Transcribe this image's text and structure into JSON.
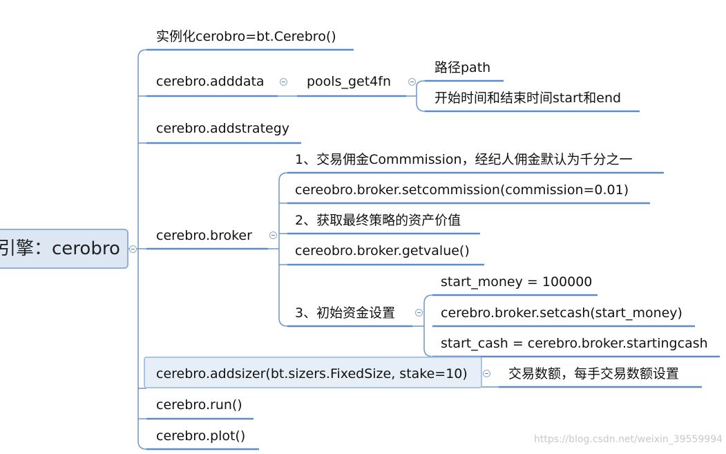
{
  "root": {
    "label": "引擎：cerobro"
  },
  "branches": [
    {
      "label": "实例化cerobro=bt.Cerebro()"
    },
    {
      "label": "cerebro.adddata"
    },
    {
      "label": "cerebro.addstrategy"
    },
    {
      "label": "cerebro.broker"
    },
    {
      "label": "cerebro.addsizer(bt.sizers.FixedSize, stake=10)"
    },
    {
      "label": "cerebro.run()"
    },
    {
      "label": "cerebro.plot()"
    }
  ],
  "adddata": {
    "child": "pools_get4fn",
    "leaves": [
      "路径path",
      "开始时间和结束时间start和end"
    ]
  },
  "broker": {
    "items": [
      "1、交易佣金Commmission，经纪人佣金默认为千分之一",
      "cereobro.broker.setcommission(commission=0.01)",
      "2、获取最终策略的资产价值",
      "cereobro.broker.getvalue()",
      "3、初始资金设置"
    ],
    "cash_items": [
      "start_money = 100000",
      "cerebro.broker.setcash(start_money)",
      "start_cash = cerebro.broker.startingcash"
    ]
  },
  "addsizer": {
    "child": "交易数额，每手交易数额设置"
  },
  "watermark": "https://blog.csdn.net/weixin_39559994",
  "colors": {
    "line": "#6a95c9",
    "underline": "#5b8bcb",
    "root_fill": "#dce7f3",
    "highlight_fill": "#e6eef7"
  }
}
